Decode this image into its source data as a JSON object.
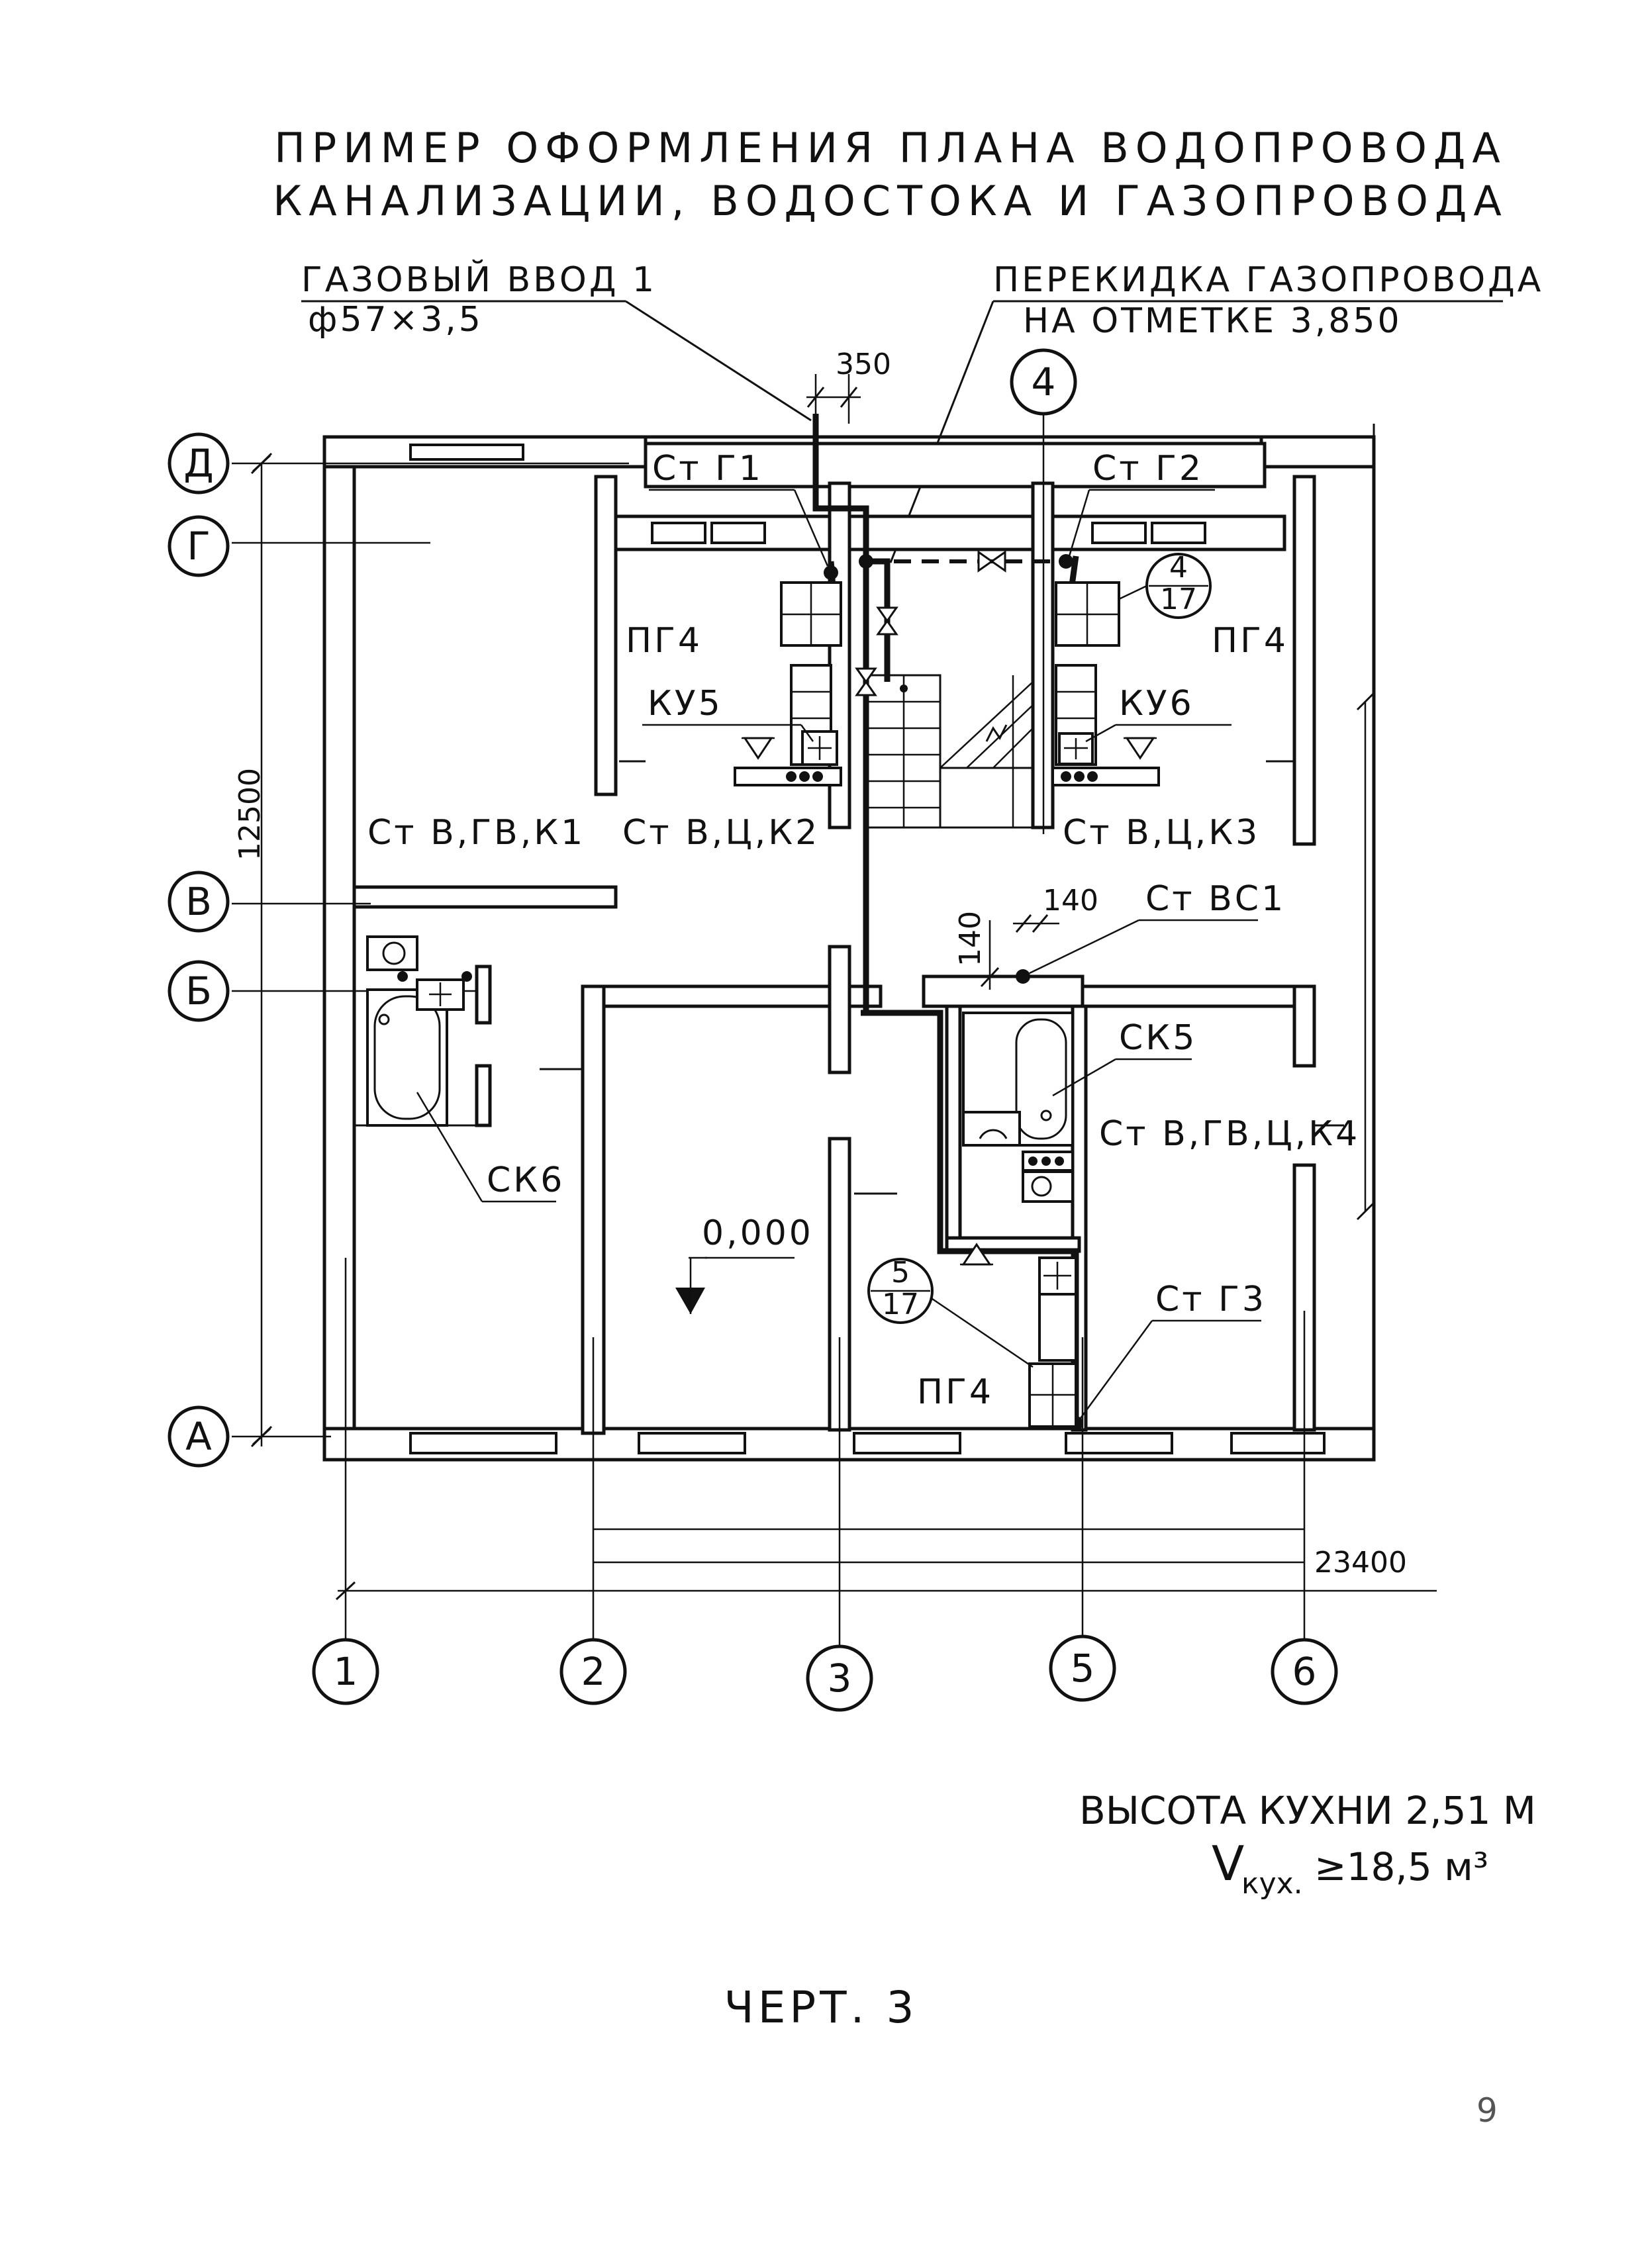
{
  "title": {
    "line1": "ПРИМЕР ОФОРМЛЕНИЯ ПЛАНА ВОДОПРОВОДА",
    "line2": "КАНАЛИЗАЦИИ, ВОДОСТОКА И ГАЗОПРОВОДА"
  },
  "callouts": {
    "gas_inlet": "ГАЗОВЫЙ ВВОД 1",
    "gas_inlet_size": "ф57×3,5",
    "crossover": "ПЕРЕКИДКА ГАЗОПРОВОДА",
    "crossover_level": "НА ОТМЕТКЕ 3,850"
  },
  "dimensions": {
    "offset_350": "350",
    "offset_140_h": "140",
    "offset_140_v": "140",
    "height_total": "12500",
    "width_total": "23400"
  },
  "axes": {
    "rows": [
      "Д",
      "Г",
      "В",
      "Б",
      "А"
    ],
    "cols": [
      "1",
      "2",
      "3",
      "4",
      "5",
      "6"
    ]
  },
  "labels": {
    "st_g1": "Ст Г1",
    "st_g2": "Ст Г2",
    "st_g3": "Ст Г3",
    "pg4_left": "ПГ4",
    "pg4_right": "ПГ4",
    "pg4_bottom": "ПГ4",
    "ku5": "КУ5",
    "ku6": "КУ6",
    "st_v_gv_k1": "Ст В,ГВ,К1",
    "st_v_c_k2": "Ст В,Ц,К2",
    "st_v_c_k3": "Ст В,Ц,К3",
    "st_vs1": "Ст ВС1",
    "sk5": "СК5",
    "sk6": "СК6",
    "st_v_gv_c_k4": "Ст В,ГВ,Ц,К4",
    "level": "0,000",
    "ref_a_top": "4",
    "ref_a_bottom": "17",
    "ref_b_top": "5",
    "ref_b_bottom": "17"
  },
  "notes": {
    "kitchen_height": "ВЫСОТА КУХНИ 2,51 М",
    "volume_symbol": "V",
    "volume_subscript": "кух.",
    "volume_value": "≥18,5 м³"
  },
  "figure": "ЧЕРТ. 3",
  "page_number": "9"
}
